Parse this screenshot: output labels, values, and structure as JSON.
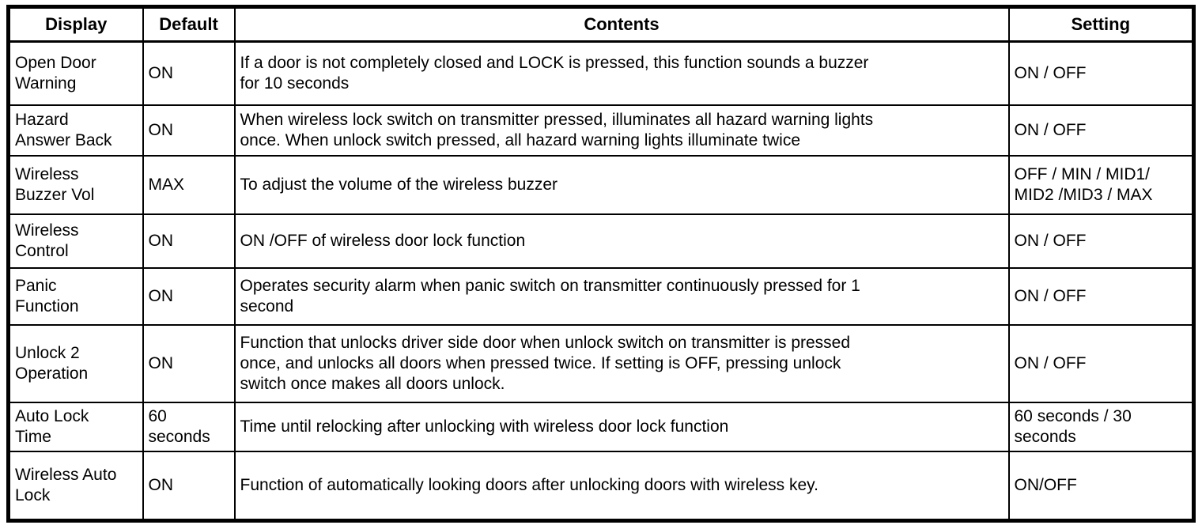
{
  "colors": {
    "background": "#ffffff",
    "border": "#000000",
    "text": "#000000"
  },
  "table": {
    "columns": [
      {
        "key": "display",
        "label": "Display"
      },
      {
        "key": "default",
        "label": "Default"
      },
      {
        "key": "contents",
        "label": "Contents"
      },
      {
        "key": "setting",
        "label": "Setting"
      }
    ],
    "rows": [
      {
        "display": "Open Door\nWarning",
        "default": "ON",
        "contents": "If a door is not completely closed and LOCK is pressed, this function sounds a buzzer\nfor 10 seconds",
        "setting": "ON / OFF"
      },
      {
        "display": "Hazard\nAnswer Back",
        "default": "ON",
        "contents": "When wireless lock switch on transmitter pressed, illuminates all hazard warning lights\nonce. When unlock switch pressed, all hazard warning lights illuminate twice",
        "setting": "ON / OFF"
      },
      {
        "display": "Wireless\nBuzzer Vol",
        "default": "MAX",
        "contents": "To adjust the volume of the wireless buzzer",
        "setting": "OFF / MIN / MID1/\nMID2 /MID3 / MAX"
      },
      {
        "display": "Wireless\nControl",
        "default": "ON",
        "contents": "ON /OFF of wireless door lock function",
        "setting": "ON / OFF"
      },
      {
        "display": "Panic\nFunction",
        "default": "ON",
        "contents": "Operates security alarm when panic switch on transmitter continuously pressed for 1\nsecond",
        "setting": "ON / OFF"
      },
      {
        "display": "Unlock 2\nOperation",
        "default": "ON",
        "contents": "Function that unlocks driver side door when unlock switch on transmitter is pressed\nonce, and unlocks all doors when pressed twice. If setting is OFF, pressing unlock\nswitch once makes all doors unlock.",
        "setting": "ON / OFF"
      },
      {
        "display": "Auto Lock\nTime",
        "default": "60\nseconds",
        "contents": "Time until relocking after unlocking with wireless door lock function",
        "setting": "60 seconds / 30\nseconds"
      },
      {
        "display": "Wireless Auto\nLock",
        "default": "ON",
        "contents": "Function of automatically looking doors after unlocking doors with wireless key.",
        "setting": "ON/OFF"
      }
    ]
  }
}
